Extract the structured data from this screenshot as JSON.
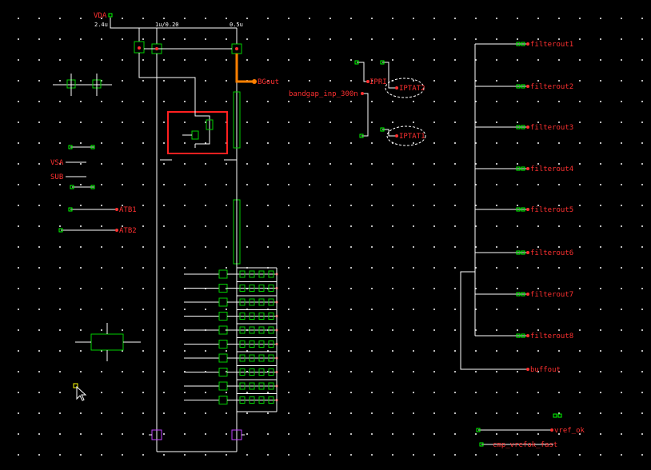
{
  "canvas": {
    "background": "#000000",
    "wire_color": "#ffffff",
    "device_color": "#00d000",
    "label_color": "#ff3030",
    "highlight_color": "#ff2020",
    "net_color": "#ff8000"
  },
  "supply": {
    "name": "VDA",
    "width_label": "2.4u",
    "device_size_1": "1u/0.20",
    "device_size_2": "0.5u"
  },
  "left_pins": {
    "vsa": "VSA",
    "sub": "SUB",
    "atb1": "ATB1",
    "atb2": "ATB2"
  },
  "center": {
    "bgout": "BGout",
    "bandgap_pin": "bandgap_inp_300n",
    "ipri": "IPRI",
    "iptat2": "IPTAT2",
    "iptat1": "IPTAT1"
  },
  "outputs": [
    "filterout1",
    "filterout2",
    "filterout3",
    "filterout4",
    "filterout5",
    "filterout6",
    "filterout7",
    "filterout8"
  ],
  "buffout": "buffout",
  "bottom_right": {
    "vref_ok": "vref_ok",
    "cmp_pin": "cmp_vrefok_fast"
  },
  "cursor": {
    "icon": "arrow-cursor-icon"
  }
}
